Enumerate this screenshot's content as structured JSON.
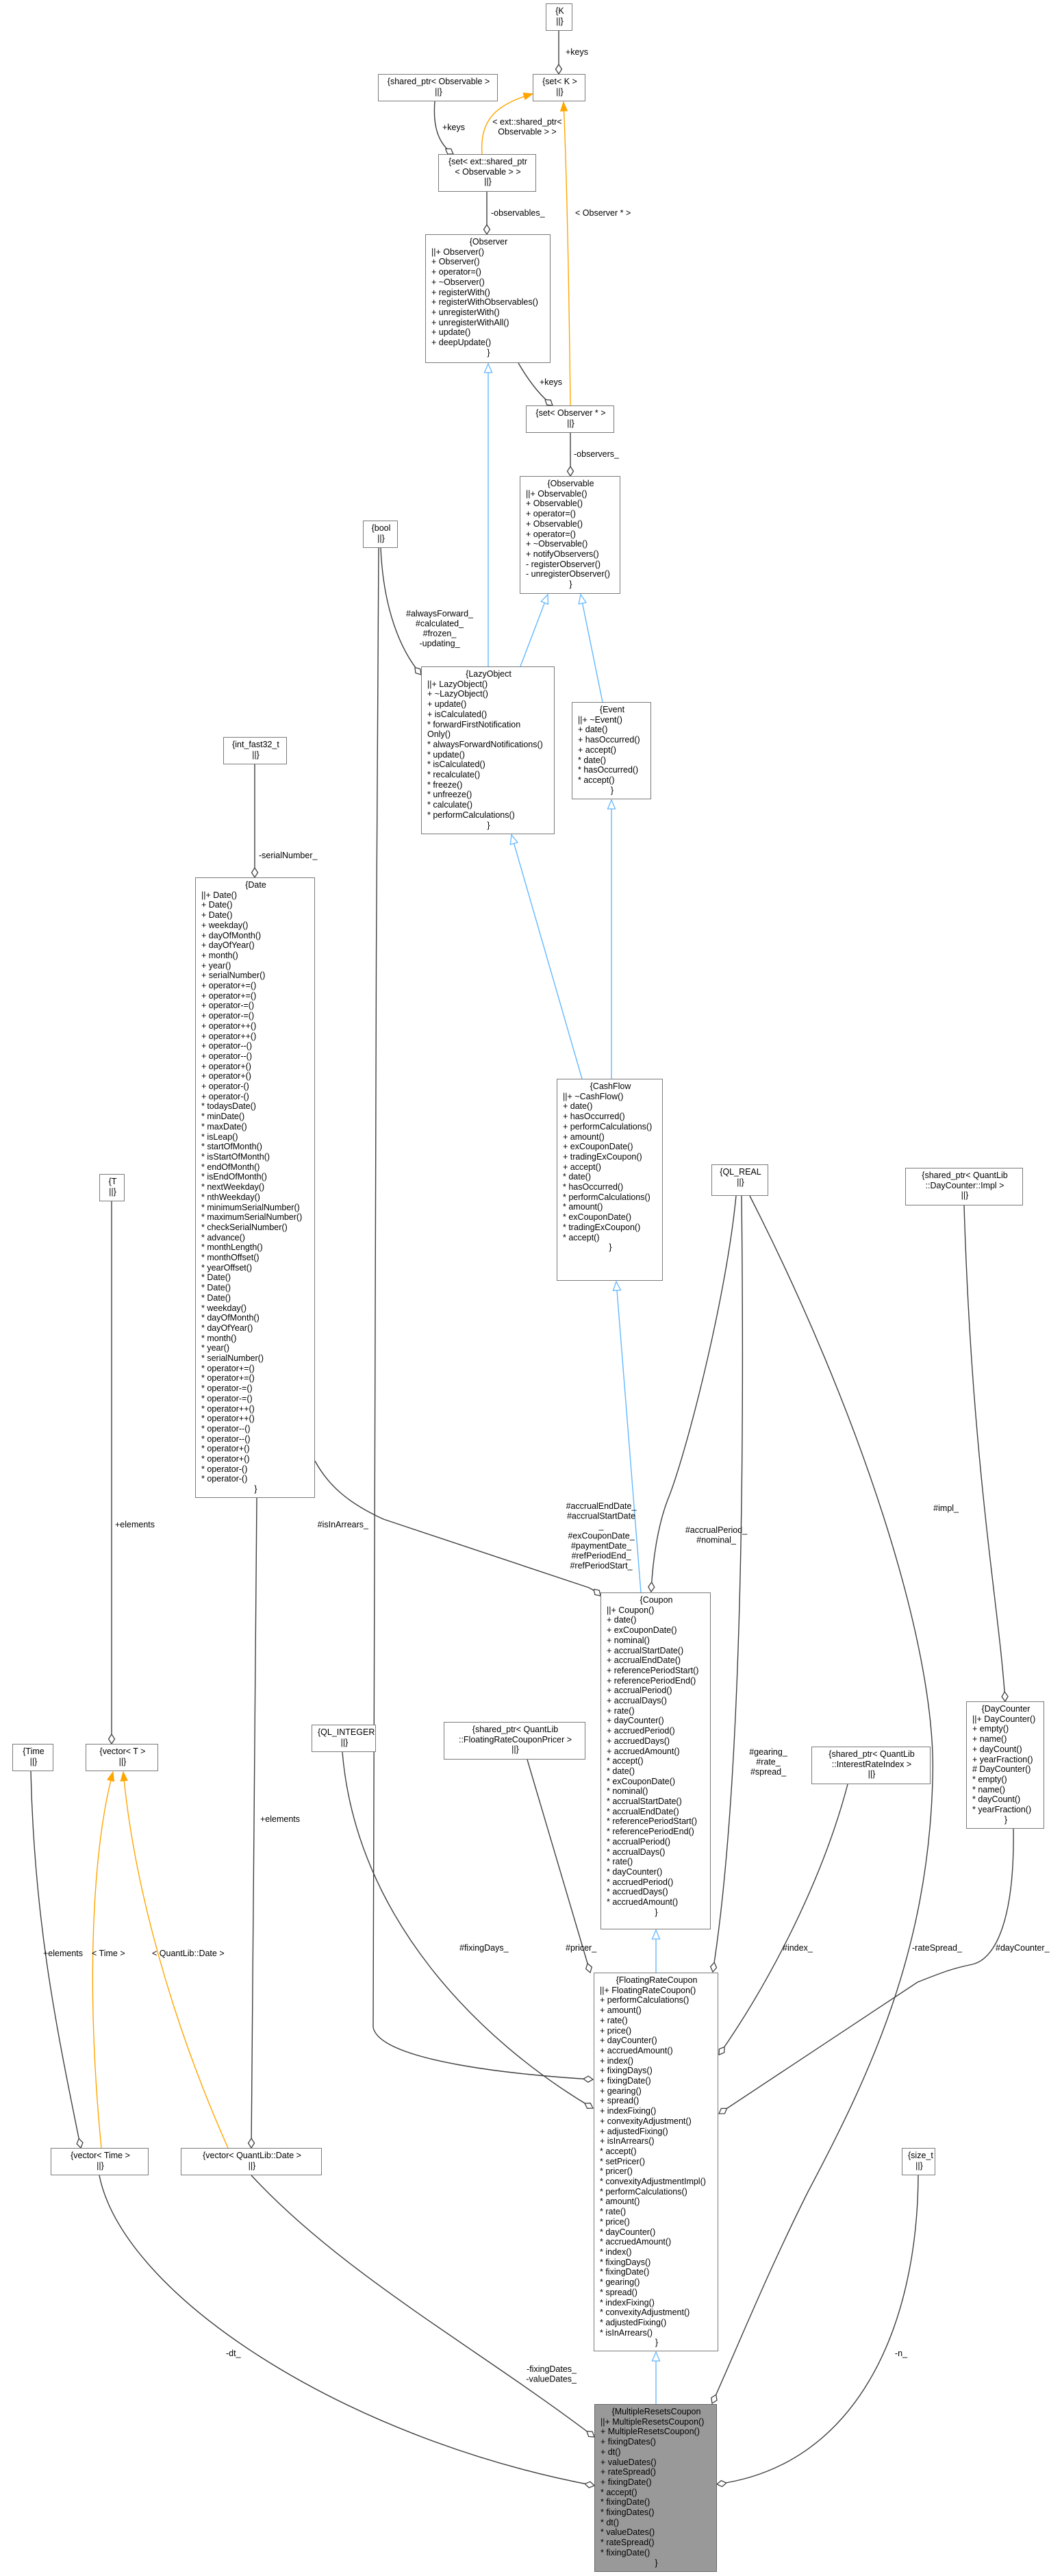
{
  "colors": {
    "aggregation_edge": "#404040",
    "inheritance_edge": "#63b8ff",
    "template_edge": "#ffa500",
    "box_border": "#7a7a7a",
    "focus_fill": "#999999"
  },
  "classes": [
    {
      "id": "K",
      "lines": [
        "{K",
        "||}"
      ]
    },
    {
      "id": "setK",
      "lines": [
        "{set< K >",
        "||}"
      ]
    },
    {
      "id": "spObservable",
      "lines": [
        "{shared_ptr< Observable >",
        "||}"
      ]
    },
    {
      "id": "setExt",
      "lines": [
        "{set< ext::shared_ptr",
        "< Observable > >",
        "||}"
      ]
    },
    {
      "id": "Observer",
      "title": "{Observer",
      "members": [
        "||+ Observer()",
        "+ Observer()",
        "+ operator=()",
        "+ ~Observer()",
        "+ registerWith()",
        "+ registerWithObservables()",
        "+ unregisterWith()",
        "+ unregisterWithAll()",
        "+ update()",
        "+ deepUpdate()"
      ],
      "footer": "}"
    },
    {
      "id": "setObserver",
      "lines": [
        "{set< Observer * >",
        "||}"
      ]
    },
    {
      "id": "Observable",
      "title": "{Observable",
      "members": [
        "||+ Observable()",
        "+ Observable()",
        "+ operator=()",
        "+ Observable()",
        "+ operator=()",
        "+ ~Observable()",
        "+ notifyObservers()",
        "- registerObserver()",
        "- unregisterObserver()"
      ],
      "footer": "}"
    },
    {
      "id": "bool",
      "lines": [
        "{bool",
        "||}"
      ]
    },
    {
      "id": "LazyObject",
      "title": "{LazyObject",
      "members": [
        "||+ LazyObject()",
        "+ ~LazyObject()",
        "+ update()",
        "+ isCalculated()",
        "* forwardFirstNotification",
        "Only()",
        "* alwaysForwardNotifications()",
        "* update()",
        "* isCalculated()",
        "* recalculate()",
        "* freeze()",
        "* unfreeze()",
        "* calculate()",
        "* performCalculations()"
      ],
      "footer": "}"
    },
    {
      "id": "Event",
      "title": "{Event",
      "members": [
        "||+ ~Event()",
        "+ date()",
        "+ hasOccurred()",
        "+ accept()",
        "* date()",
        "* hasOccurred()",
        "* accept()"
      ],
      "footer": "}"
    },
    {
      "id": "intFast32",
      "lines": [
        "{int_fast32_t",
        "||}"
      ]
    },
    {
      "id": "Date",
      "title": "{Date",
      "members": [
        "||+ Date()",
        "+ Date()",
        "+ Date()",
        "+ weekday()",
        "+ dayOfMonth()",
        "+ dayOfYear()",
        "+ month()",
        "+ year()",
        "+ serialNumber()",
        "+ operator+=()",
        "+ operator+=()",
        "+ operator-=()",
        "+ operator-=()",
        "+ operator++()",
        "+ operator++()",
        "+ operator--()",
        "+ operator--()",
        "+ operator+()",
        "+ operator+()",
        "+ operator-()",
        "+ operator-()",
        "* todaysDate()",
        "* minDate()",
        "* maxDate()",
        "* isLeap()",
        "* startOfMonth()",
        "* isStartOfMonth()",
        "* endOfMonth()",
        "* isEndOfMonth()",
        "* nextWeekday()",
        "* nthWeekday()",
        "* minimumSerialNumber()",
        "* maximumSerialNumber()",
        "* checkSerialNumber()",
        "* advance()",
        "* monthLength()",
        "* monthOffset()",
        "* yearOffset()",
        "* Date()",
        "* Date()",
        "* Date()",
        "* weekday()",
        "* dayOfMonth()",
        "* dayOfYear()",
        "* month()",
        "* year()",
        "* serialNumber()",
        "* operator+=()",
        "* operator+=()",
        "* operator-=()",
        "* operator-=()",
        "* operator++()",
        "* operator++()",
        "* operator--()",
        "* operator--()",
        "* operator+()",
        "* operator+()",
        "* operator-()",
        "* operator-()"
      ],
      "footer": "}"
    },
    {
      "id": "CashFlow",
      "title": "{CashFlow",
      "members": [
        "||+ ~CashFlow()",
        "+ date()",
        "+ hasOccurred()",
        "+ performCalculations()",
        "+ amount()",
        "+ exCouponDate()",
        "+ tradingExCoupon()",
        "+ accept()",
        "* date()",
        "* hasOccurred()",
        "* performCalculations()",
        "* amount()",
        "* exCouponDate()",
        "* tradingExCoupon()",
        "* accept()"
      ],
      "footer": "}"
    },
    {
      "id": "QLReal",
      "lines": [
        "{QL_REAL",
        "||}"
      ]
    },
    {
      "id": "spDayCounterImpl",
      "lines": [
        "{shared_ptr< QuantLib",
        "::DayCounter::Impl >",
        "||}"
      ]
    },
    {
      "id": "T",
      "lines": [
        "{T",
        "||}"
      ]
    },
    {
      "id": "Time",
      "lines": [
        "{Time",
        "||}"
      ]
    },
    {
      "id": "vectorT",
      "lines": [
        "{vector< T >",
        "||}"
      ]
    },
    {
      "id": "Coupon",
      "title": "{Coupon",
      "members": [
        "||+ Coupon()",
        "+ date()",
        "+ exCouponDate()",
        "+ nominal()",
        "+ accrualStartDate()",
        "+ accrualEndDate()",
        "+ referencePeriodStart()",
        "+ referencePeriodEnd()",
        "+ accrualPeriod()",
        "+ accrualDays()",
        "+ rate()",
        "+ dayCounter()",
        "+ accruedPeriod()",
        "+ accruedDays()",
        "+ accruedAmount()",
        "* accept()",
        "* date()",
        "* exCouponDate()",
        "* nominal()",
        "* accrualStartDate()",
        "* accrualEndDate()",
        "* referencePeriodStart()",
        "* referencePeriodEnd()",
        "* accrualPeriod()",
        "* accrualDays()",
        "* rate()",
        "* dayCounter()",
        "* accruedPeriod()",
        "* accruedDays()",
        "* accruedAmount()"
      ],
      "footer": "}"
    },
    {
      "id": "GLInteger",
      "lines": [
        "{QL_INTEGER",
        "||}"
      ]
    },
    {
      "id": "spPricer",
      "lines": [
        "{shared_ptr< QuantLib",
        "::FloatingRateCouponPricer >",
        "||}"
      ]
    },
    {
      "id": "spIndex",
      "lines": [
        "{shared_ptr< QuantLib",
        "::InterestRateIndex >",
        "||}"
      ]
    },
    {
      "id": "DayCounter",
      "title": "{DayCounter",
      "members": [
        "||+ DayCounter()",
        "+ empty()",
        "+ name()",
        "+ dayCount()",
        "+ yearFraction()",
        "# DayCounter()",
        "* empty()",
        "* name()",
        "* dayCount()",
        "* yearFraction()"
      ],
      "footer": "}"
    },
    {
      "id": "FloatingRateCoupon",
      "title": "{FloatingRateCoupon",
      "members": [
        "||+ FloatingRateCoupon()",
        "+ performCalculations()",
        "+ amount()",
        "+ rate()",
        "+ price()",
        "+ dayCounter()",
        "+ accruedAmount()",
        "+ index()",
        "+ fixingDays()",
        "+ fixingDate()",
        "+ gearing()",
        "+ spread()",
        "+ indexFixing()",
        "+ convexityAdjustment()",
        "+ adjustedFixing()",
        "+ isInArrears()",
        "* accept()",
        "* setPricer()",
        "* pricer()",
        "* convexityAdjustmentImpl()",
        "* performCalculations()",
        "* amount()",
        "* rate()",
        "* price()",
        "* dayCounter()",
        "* accruedAmount()",
        "* index()",
        "* fixingDays()",
        "* fixingDate()",
        "* gearing()",
        "* spread()",
        "* indexFixing()",
        "* convexityAdjustment()",
        "* adjustedFixing()",
        "* isInArrears()"
      ],
      "footer": "}"
    },
    {
      "id": "vectorTime",
      "lines": [
        "{vector< Time >",
        "||}"
      ]
    },
    {
      "id": "vectorDate",
      "lines": [
        "{vector< QuantLib::Date >",
        "||}"
      ]
    },
    {
      "id": "sizeT",
      "lines": [
        "{size_t",
        "||}"
      ]
    },
    {
      "id": "MultipleResetsCoupon",
      "focus": true,
      "title": "{MultipleResetsCoupon",
      "members": [
        "||+ MultipleResetsCoupon()",
        "+ MultipleResetsCoupon()",
        "+ fixingDates()",
        "+ dt()",
        "+ valueDates()",
        "+ rateSpread()",
        "+ fixingDate()",
        "* accept()",
        "* fixingDate()",
        "* fixingDates()",
        "* dt()",
        "* valueDates()",
        "* rateSpread()",
        "* fixingDate()"
      ],
      "footer": "}"
    }
  ],
  "edges": [
    {
      "id": "e1",
      "kind": "aggregation",
      "from": "K",
      "to": "setK",
      "label": [
        "+keys"
      ]
    },
    {
      "id": "e2",
      "kind": "aggregation",
      "from": "spObservable",
      "to": "setExt",
      "label": [
        "+keys"
      ]
    },
    {
      "id": "e3",
      "kind": "template",
      "from": "setExt",
      "to": "setK",
      "label": [
        "< ext::shared_ptr<",
        "Observable > >"
      ]
    },
    {
      "id": "e4",
      "kind": "template",
      "from": "setObserver",
      "to": "setK",
      "label": [
        "< Observer * >"
      ]
    },
    {
      "id": "e5",
      "kind": "aggregation",
      "from": "setExt",
      "to": "Observer",
      "label": [
        "-observables_"
      ]
    },
    {
      "id": "e6",
      "kind": "aggregation",
      "from": "Observer",
      "to": "setObserver",
      "label": [
        "+keys"
      ]
    },
    {
      "id": "e7",
      "kind": "aggregation",
      "from": "setObserver",
      "to": "Observable",
      "label": [
        "-observers_"
      ]
    },
    {
      "id": "e8",
      "kind": "inheritance",
      "from": "LazyObject",
      "to": "Observer",
      "label": []
    },
    {
      "id": "e9",
      "kind": "inheritance",
      "from": "LazyObject",
      "to": "Observable",
      "label": []
    },
    {
      "id": "e10",
      "kind": "inheritance",
      "from": "Event",
      "to": "Observable",
      "label": []
    },
    {
      "id": "e11",
      "kind": "aggregation",
      "from": "bool",
      "to": "LazyObject",
      "label": [
        "#alwaysForward_",
        "#calculated_",
        "#frozen_",
        "-updating_"
      ]
    },
    {
      "id": "e12",
      "kind": "aggregation",
      "from": "bool",
      "to": "FloatingRateCoupon",
      "label": [
        "#isInArrears_"
      ]
    },
    {
      "id": "e13",
      "kind": "aggregation",
      "from": "intFast32",
      "to": "Date",
      "label": [
        "-serialNumber_"
      ]
    },
    {
      "id": "e14",
      "kind": "inheritance",
      "from": "CashFlow",
      "to": "LazyObject",
      "label": []
    },
    {
      "id": "e15",
      "kind": "inheritance",
      "from": "CashFlow",
      "to": "Event",
      "label": []
    },
    {
      "id": "e16",
      "kind": "inheritance",
      "from": "Coupon",
      "to": "CashFlow",
      "label": []
    },
    {
      "id": "e17",
      "kind": "aggregation",
      "from": "Date",
      "to": "Coupon",
      "label": [
        "#accrualEndDate_",
        "#accrualStartDate",
        "_",
        "#exCouponDate_",
        "#paymentDate_",
        "#refPeriodEnd_",
        "#refPeriodStart_"
      ]
    },
    {
      "id": "e18",
      "kind": "aggregation",
      "from": "QLReal",
      "to": "Coupon",
      "label": [
        "#accrualPeriod_",
        "#nominal_"
      ]
    },
    {
      "id": "e19",
      "kind": "aggregation",
      "from": "QLReal",
      "to": "FloatingRateCoupon",
      "label": [
        "#gearing_",
        "#rate_",
        "#spread_"
      ]
    },
    {
      "id": "e20",
      "kind": "aggregation",
      "from": "QLReal",
      "to": "MultipleResetsCoupon",
      "label": [
        "-rateSpread_"
      ]
    },
    {
      "id": "e21",
      "kind": "inheritance",
      "from": "FloatingRateCoupon",
      "to": "Coupon",
      "label": []
    },
    {
      "id": "e22",
      "kind": "aggregation",
      "from": "GLInteger",
      "to": "FloatingRateCoupon",
      "label": [
        "#fixingDays_"
      ]
    },
    {
      "id": "e23",
      "kind": "aggregation",
      "from": "spPricer",
      "to": "FloatingRateCoupon",
      "label": [
        "#pricer_"
      ]
    },
    {
      "id": "e24",
      "kind": "aggregation",
      "from": "spIndex",
      "to": "FloatingRateCoupon",
      "label": [
        "#index_"
      ]
    },
    {
      "id": "e25",
      "kind": "aggregation",
      "from": "DayCounter",
      "to": "FloatingRateCoupon",
      "label": [
        "#dayCounter_"
      ]
    },
    {
      "id": "e26",
      "kind": "aggregation",
      "from": "spDayCounterImpl",
      "to": "DayCounter",
      "label": [
        "#impl_"
      ]
    },
    {
      "id": "e27",
      "kind": "aggregation",
      "from": "T",
      "to": "vectorT",
      "label": [
        "+elements"
      ]
    },
    {
      "id": "e28",
      "kind": "template",
      "from": "vectorTime",
      "to": "vectorT",
      "label": [
        "< Time >"
      ]
    },
    {
      "id": "e29",
      "kind": "template",
      "from": "vectorDate",
      "to": "vectorT",
      "label": [
        "< QuantLib::Date >"
      ]
    },
    {
      "id": "e30",
      "kind": "aggregation",
      "from": "Time",
      "to": "vectorTime",
      "label": [
        "+elements"
      ]
    },
    {
      "id": "e31",
      "kind": "aggregation",
      "from": "Date",
      "to": "vectorDate",
      "label": [
        "+elements"
      ]
    },
    {
      "id": "e32",
      "kind": "aggregation",
      "from": "vectorTime",
      "to": "MultipleResetsCoupon",
      "label": [
        "-dt_"
      ]
    },
    {
      "id": "e33",
      "kind": "aggregation",
      "from": "vectorDate",
      "to": "MultipleResetsCoupon",
      "label": [
        "-fixingDates_",
        "-valueDates_"
      ]
    },
    {
      "id": "e34",
      "kind": "aggregation",
      "from": "sizeT",
      "to": "MultipleResetsCoupon",
      "label": [
        "-n_"
      ]
    },
    {
      "id": "e35",
      "kind": "inheritance",
      "from": "MultipleResetsCoupon",
      "to": "FloatingRateCoupon",
      "label": []
    }
  ]
}
